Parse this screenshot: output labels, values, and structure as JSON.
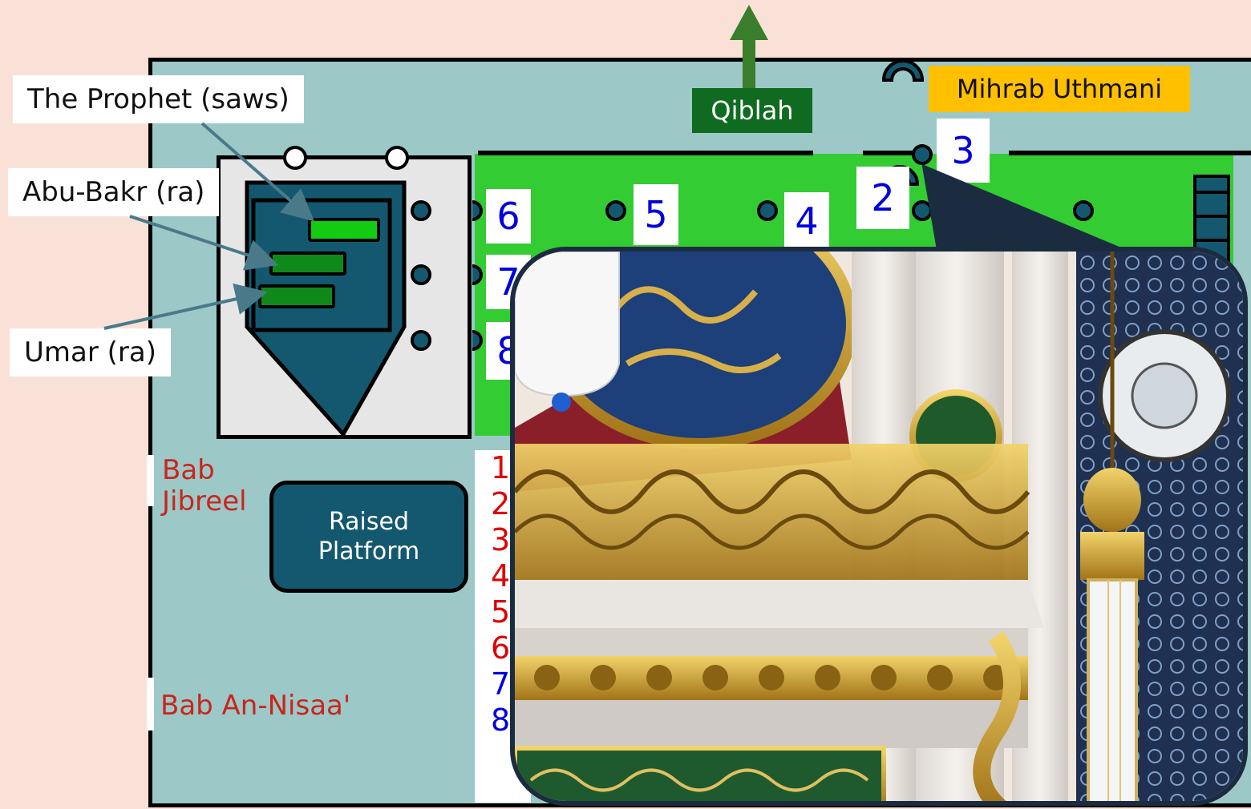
{
  "labels": {
    "prophet": "The Prophet (saws)",
    "abubakr": "Abu-Bakr (ra)",
    "umar": "Umar (ra)",
    "qiblah": "Qiblah",
    "mihrab": "Mihrab Uthmani",
    "bab_jibreel": "Bab\nJibreel",
    "raised_platform": "Raised\nPlatform",
    "bab_nisaa": "Bab An-Nisaa'"
  },
  "pillar_numbers": [
    "2",
    "3",
    "4",
    "5",
    "6",
    "7",
    "8"
  ],
  "list_numbers": [
    {
      "text": "1",
      "color": "#e00000"
    },
    {
      "text": "2",
      "color": "#e00000"
    },
    {
      "text": "3",
      "color": "#e00000"
    },
    {
      "text": "4",
      "color": "#e00000"
    },
    {
      "text": "5",
      "color": "#e00000"
    },
    {
      "text": "6",
      "color": "#e00000"
    },
    {
      "text": "7",
      "color": "#0000dd"
    },
    {
      "text": "8.",
      "color": "#0000dd"
    }
  ],
  "colors": {
    "background": "#fae1d7",
    "floor": "#9dc8c8",
    "rawdah": "#33cc33",
    "chamber": "#14586f",
    "qiblah_box": "#0f6b1f",
    "mihrab_box": "#ffc000",
    "red_text": "#c8261c",
    "blue_text": "#0000dd"
  }
}
